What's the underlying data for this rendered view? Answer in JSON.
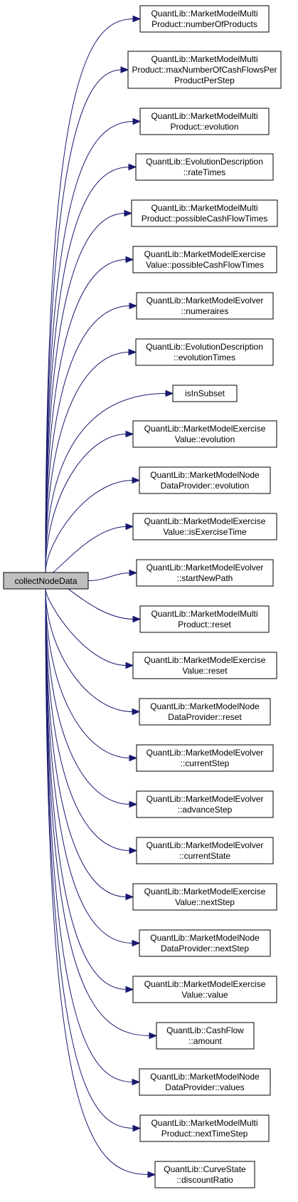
{
  "colors": {
    "edge": "#191970",
    "root_fill": "#bfbfbf",
    "node_fill": "#ffffff",
    "border": "#000000"
  },
  "root": {
    "label": "collectNodeData"
  },
  "callees": [
    {
      "id": "number-of-products",
      "lines": [
        "QuantLib::MarketModelMulti",
        "Product::numberOfProducts"
      ]
    },
    {
      "id": "max-number-of-cash-flows",
      "lines": [
        "QuantLib::MarketModelMulti",
        "Product::maxNumberOfCashFlowsPer",
        "ProductPerStep"
      ]
    },
    {
      "id": "product-evolution",
      "lines": [
        "QuantLib::MarketModelMulti",
        "Product::evolution"
      ]
    },
    {
      "id": "rate-times",
      "lines": [
        "QuantLib::EvolutionDescription",
        "::rateTimes"
      ]
    },
    {
      "id": "product-possible-cash-flow-times",
      "lines": [
        "QuantLib::MarketModelMulti",
        "Product::possibleCashFlowTimes"
      ]
    },
    {
      "id": "exercise-possible-cash-flow-times",
      "lines": [
        "QuantLib::MarketModelExercise",
        "Value::possibleCashFlowTimes"
      ]
    },
    {
      "id": "numeraires",
      "lines": [
        "QuantLib::MarketModelEvolver",
        "::numeraires"
      ]
    },
    {
      "id": "evolution-times",
      "lines": [
        "QuantLib::EvolutionDescription",
        "::evolutionTimes"
      ]
    },
    {
      "id": "is-in-subset",
      "lines": [
        "isInSubset"
      ]
    },
    {
      "id": "exercise-evolution",
      "lines": [
        "QuantLib::MarketModelExercise",
        "Value::evolution"
      ]
    },
    {
      "id": "node-data-evolution",
      "lines": [
        "QuantLib::MarketModelNode",
        "DataProvider::evolution"
      ]
    },
    {
      "id": "is-exercise-time",
      "lines": [
        "QuantLib::MarketModelExercise",
        "Value::isExerciseTime"
      ]
    },
    {
      "id": "start-new-path",
      "lines": [
        "QuantLib::MarketModelEvolver",
        "::startNewPath"
      ]
    },
    {
      "id": "product-reset",
      "lines": [
        "QuantLib::MarketModelMulti",
        "Product::reset"
      ]
    },
    {
      "id": "exercise-reset",
      "lines": [
        "QuantLib::MarketModelExercise",
        "Value::reset"
      ]
    },
    {
      "id": "node-data-reset",
      "lines": [
        "QuantLib::MarketModelNode",
        "DataProvider::reset"
      ]
    },
    {
      "id": "current-step",
      "lines": [
        "QuantLib::MarketModelEvolver",
        "::currentStep"
      ]
    },
    {
      "id": "advance-step",
      "lines": [
        "QuantLib::MarketModelEvolver",
        "::advanceStep"
      ]
    },
    {
      "id": "current-state",
      "lines": [
        "QuantLib::MarketModelEvolver",
        "::currentState"
      ]
    },
    {
      "id": "exercise-next-step",
      "lines": [
        "QuantLib::MarketModelExercise",
        "Value::nextStep"
      ]
    },
    {
      "id": "node-data-next-step",
      "lines": [
        "QuantLib::MarketModelNode",
        "DataProvider::nextStep"
      ]
    },
    {
      "id": "exercise-value",
      "lines": [
        "QuantLib::MarketModelExercise",
        "Value::value"
      ]
    },
    {
      "id": "cash-flow-amount",
      "lines": [
        "QuantLib::CashFlow",
        "::amount"
      ]
    },
    {
      "id": "node-data-values",
      "lines": [
        "QuantLib::MarketModelNode",
        "DataProvider::values"
      ]
    },
    {
      "id": "next-time-step",
      "lines": [
        "QuantLib::MarketModelMulti",
        "Product::nextTimeStep"
      ]
    },
    {
      "id": "discount-ratio",
      "lines": [
        "QuantLib::CurveState",
        "::discountRatio"
      ]
    }
  ]
}
